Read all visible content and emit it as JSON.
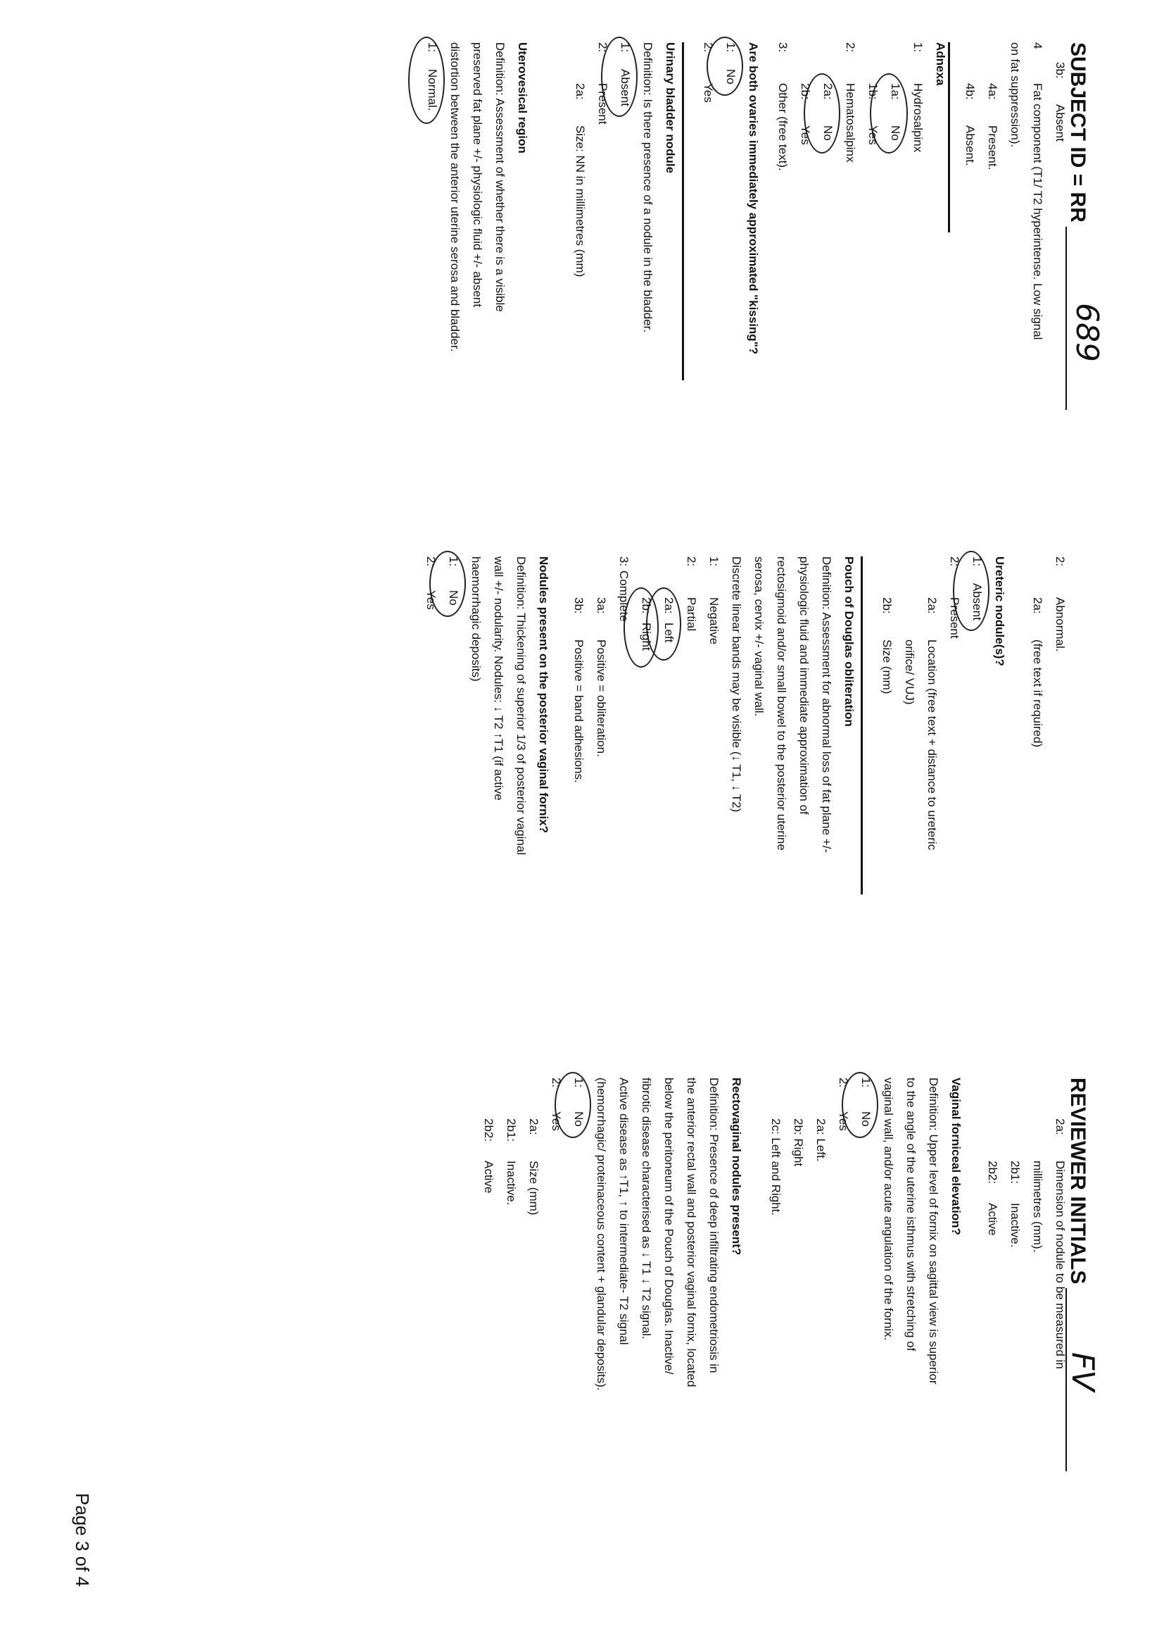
{
  "header": {
    "subject_label": "SUBJECT ID = RR",
    "subject_handwritten": "689",
    "reviewer_label": "REVIEWER INITIALS",
    "reviewer_handwritten": "FV"
  },
  "footer": {
    "page": "Page 3 of 4"
  },
  "col1": {
    "l01": "3b:",
    "l01b": "Absent",
    "l02": "4",
    "l02b": "Fat component (T1/ T2 hyperintense. Low signal",
    "l03": "on fat suppression).",
    "l04": "4a:",
    "l04b": "Present.",
    "l05": "4b:",
    "l05b": "Absent.",
    "adnexa_title": "Adnexa",
    "l07": "1:",
    "l07b": "Hydrosalpinx",
    "l08": "1a:",
    "l08b": "No",
    "l09": "1b:",
    "l09b": "Yes",
    "l10": "2:",
    "l10b": "Hematosalpinx",
    "l11": "2a:",
    "l11b": "No",
    "l12": "2b:",
    "l12b": "Yes",
    "l13": "3:",
    "l13b": "Other (free text).",
    "kissing_q": "Are both ovaries immediately approximated \"kissing\"?",
    "l15": "1:",
    "l15b": "No",
    "l16": "2:",
    "l16b": "Yes",
    "bladder_title": "Urinary bladder nodule",
    "l18": "Definition: Is there presence of a nodule in the bladder.",
    "l19": "1:",
    "l19b": "Absent",
    "l20": "2:",
    "l20b": "Present",
    "l21": "2a:",
    "l21b": "Size: NN in millimetres (mm)",
    "uv_title": "Uterovesical region",
    "l23": "Definition: Assessment of whether there is a visible",
    "l24": "preserved fat plane +/- physiologic fluid +/- absent",
    "l25": "distortion between the anterior uterine serosa and bladder.",
    "l26": "1:",
    "l26b": "Normal."
  },
  "col2": {
    "l01": "2:",
    "l01b": "Abnormal.",
    "l02": "2a:",
    "l02b": "(free text if required)",
    "ureteric_title": "Ureteric nodule(s)?",
    "l04": "1:",
    "l04b": "Absent",
    "l05": "2:",
    "l05b": "Present",
    "l06": "2a:",
    "l06b": "Location (free text + distance to ureteric",
    "l07": "orifice/ VUJ)",
    "l08": "2b:",
    "l08b": "Size (mm)",
    "pod_title": "Pouch of Douglas obliteration",
    "l10": "Definition: Assessment for abnormal loss of fat plane +/-",
    "l11": "physiologic fluid and immediate approximation of",
    "l12": "rectosigmoid and/or small bowel to the posterior uterine",
    "l13": "serosa, cervix +/- vaginal wall.",
    "l14": "Discrete linear bands may be visible (↓ T1, ↓ T2)",
    "l15": "1:",
    "l15b": "Negative",
    "l16": "2:",
    "l16b": "Partial",
    "l17": "2a:",
    "l17b": "Left",
    "l18": "2b:",
    "l18b": "Right",
    "l19": "3:",
    "l19b": "Complete",
    "l20": "3a:",
    "l20b": "Positive = obliteration.",
    "l21": "3b:",
    "l21b": "Positive = band adhesions.",
    "fornix_q": "Nodules present on the posterior vaginal fornix?",
    "l23": "Definition: Thickening of superior 1/3 of posterior vaginal",
    "l24": "wall +/- nodularity. Nodules: ↓ T2 ↑T1 (if active",
    "l25": "haemorrhagic deposits)",
    "l26": "1:",
    "l26b": "No",
    "l27": "2:",
    "l27b": "Yes"
  },
  "col3": {
    "l01": "2a:",
    "l01b": "Dimension of nodule to be measured in",
    "l02": "millimetres (mm).",
    "l03": "2b1:",
    "l03b": "Inactive.",
    "l04": "2b2:",
    "l04b": "Active",
    "vfe_title": "Vaginal forniceal elevation?",
    "l06": "Definition: Upper level of fornix on sagittal view is superior",
    "l07": "to the angle of the uterine isthmus with stretching of",
    "l08": "vaginal wall, and/or acute angulation of the fornix.",
    "l09": "1:",
    "l09b": "No",
    "l10": "2:",
    "l10b": "Yes",
    "l11": "2a: Left.",
    "l12": "2b: Right",
    "l13": "2c: Left and Right.",
    "rv_title": "Rectovaginal nodules present?",
    "l15": "Definition: Presence of deep infiltrating endometriosis in",
    "l16": "the anterior rectal wall and posterior vaginal fornix, located",
    "l17": "below the peritoneum of the Pouch of Douglas. Inactive/",
    "l18": "fibrotic disease characterised as ↓ T1 ↓ T2 signal.",
    "l19": "Active disease as ↑T1, ↑ to intermediate- T2 signal",
    "l20": "(hemorrhagic/ proteinaceous content + glandular deposits).",
    "l21": "1:",
    "l21b": "No",
    "l22": "2:",
    "l22b": "Yes",
    "l23": "2a:",
    "l23b": "Size (mm)",
    "l24": "2b1:",
    "l24b": "Inactive.",
    "l25": "2b2:",
    "l25b": "Active"
  }
}
